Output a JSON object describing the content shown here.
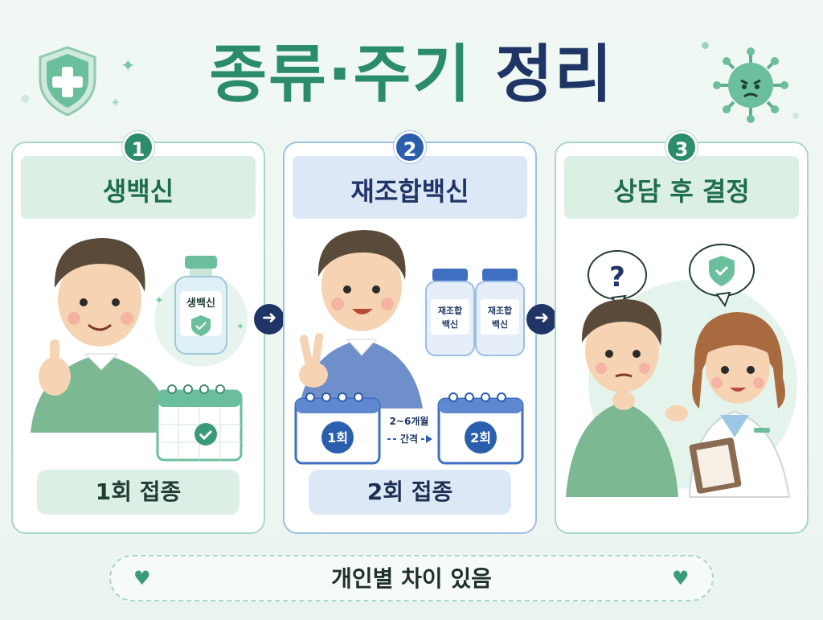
{
  "title": {
    "part1": "종류·주기",
    "part2": "정리"
  },
  "cards": [
    {
      "number": "1",
      "heading": "생백신",
      "vial_label": "생백신",
      "summary": "1회 접종"
    },
    {
      "number": "2",
      "heading": "재조합백신",
      "vial_label_line1": "재조합",
      "vial_label_line2": "백신",
      "calendar1_label": "1회",
      "calendar2_label": "2회",
      "interval_line1": "2~6개월",
      "interval_line2": "간격",
      "summary": "2회 접종"
    },
    {
      "number": "3",
      "heading": "상담 후 결정",
      "bubble_left": "?"
    }
  ],
  "footer": {
    "text": "개인별 차이 있음"
  },
  "colors": {
    "green": "#2a8c68",
    "navy": "#1f3566",
    "blue": "#2b5fae"
  },
  "icons": [
    "shield-cross-icon",
    "virus-icon",
    "arrow-right-icon",
    "heart-icon",
    "check-icon",
    "calendar-icon"
  ]
}
